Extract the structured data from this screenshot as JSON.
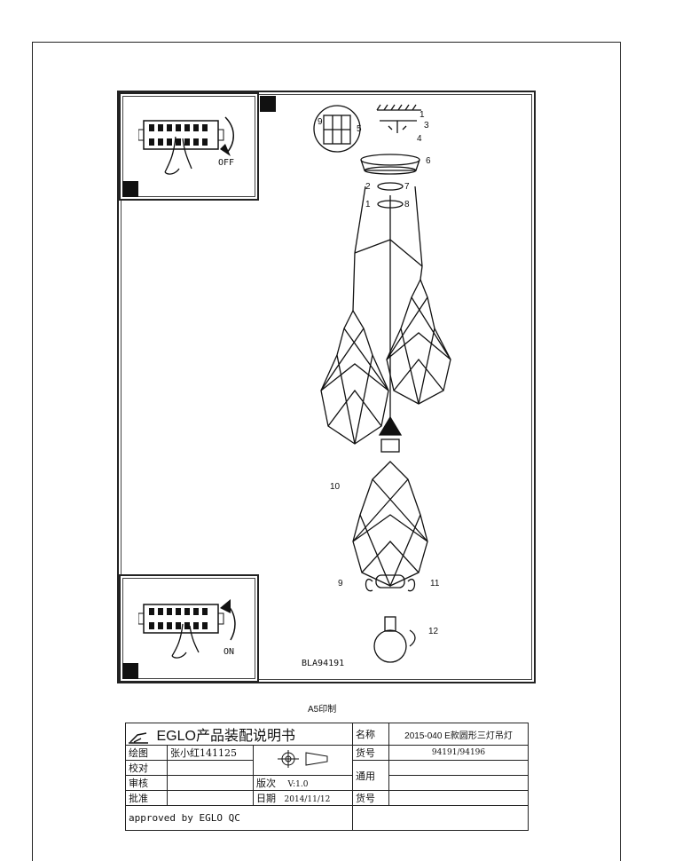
{
  "drawing": {
    "off_label": "OFF",
    "on_label": "ON",
    "model_code": "BLA94191",
    "print_size": "A5印制",
    "callouts": [
      "1",
      "2",
      "3",
      "4",
      "5",
      "6",
      "7",
      "8",
      "9",
      "10",
      "11",
      "12"
    ]
  },
  "title_block": {
    "brand": "EGLO产品装配说明书",
    "name_label": "名称",
    "name_value": "2015-040 E款圆形三灯吊灯",
    "draw_label": "绘图",
    "draw_value": "张小红141125",
    "check_label": "校对",
    "review_label": "审核",
    "approve_label": "批准",
    "item_no_label": "货号",
    "item_no_value": "94191/94196",
    "common_label": "通用",
    "common_item_label": "货号",
    "version_label": "版次",
    "version_value": "V:1.0",
    "date_label": "日期",
    "date_value": "2014/11/12",
    "approved_by": "approved by EGLO QC"
  }
}
